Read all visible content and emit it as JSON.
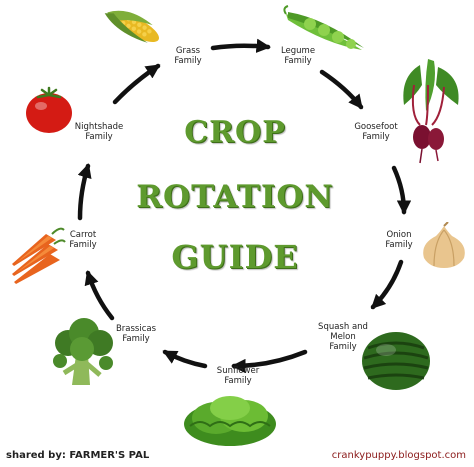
{
  "title": {
    "line1": "CROP",
    "line2": "ROTATION",
    "line3": "GUIDE"
  },
  "families": [
    {
      "id": "grass",
      "label": "Grass\nFamily",
      "icon": "corn-icon"
    },
    {
      "id": "legume",
      "label": "Legume\nFamily",
      "icon": "pea-pod-icon"
    },
    {
      "id": "goosefoot",
      "label": "Goosefoot\nFamily",
      "icon": "beet-icon"
    },
    {
      "id": "onion",
      "label": "Onion\nFamily",
      "icon": "onion-icon"
    },
    {
      "id": "squash",
      "label": "Squash and\nMelon\nFamily",
      "icon": "watermelon-icon"
    },
    {
      "id": "sunflower",
      "label": "Sunflower\nFamily",
      "icon": "lettuce-icon"
    },
    {
      "id": "brassicas",
      "label": "Brassicas\nFamily",
      "icon": "broccoli-icon"
    },
    {
      "id": "carrot",
      "label": "Carrot\nFamily",
      "icon": "carrot-icon"
    },
    {
      "id": "nightshade",
      "label": "Nightshade\nFamily",
      "icon": "tomato-icon"
    }
  ],
  "footer": {
    "left": "shared by: FARMER'S PAL",
    "right": "crankypuppy.blogspot.com"
  },
  "colors": {
    "title": "#5e9a2e",
    "arrow": "#111111",
    "footer_left": "#222222",
    "footer_right": "#8b1a1a"
  }
}
